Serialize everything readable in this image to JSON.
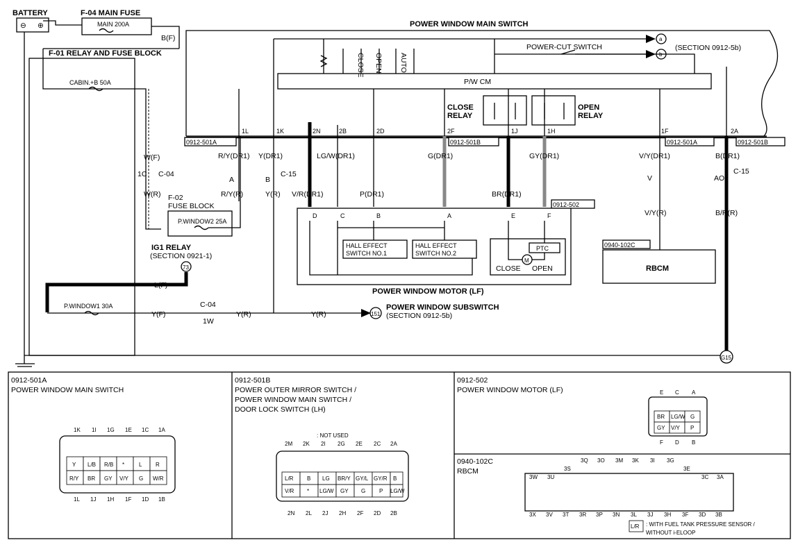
{
  "battery": {
    "label": "BATTERY",
    "minus": "⊖",
    "plus": "⊕"
  },
  "main_fuse": {
    "label": "F-04  MAIN FUSE",
    "value": "MAIN 200A"
  },
  "wire_bf": "B(F)",
  "relay_block": {
    "label": "F-01  RELAY AND FUSE BLOCK"
  },
  "cabin_fuse": "CABIN.+B 50A",
  "pw1_fuse": "P.WINDOW1 30A",
  "fuse_block": {
    "label1": "F-02",
    "label2": "FUSE BLOCK",
    "value": "P.WINDOW2 25A"
  },
  "ig1_relay": {
    "label": "IG1 RELAY",
    "section": "(SECTION 0921-1)",
    "ref": "73"
  },
  "main_switch_title": "POWER WINDOW MAIN SWITCH",
  "switch_labels": [
    "CLOSE",
    "OPEN",
    "AUTO"
  ],
  "power_cut": "POWER-CUT SWITCH",
  "section_5b": "(SECTION 0912-5b)",
  "ref_a": "a",
  "ref_b": "b",
  "pwcm": "P/W CM",
  "close_relay": [
    "CLOSE",
    "RELAY"
  ],
  "open_relay": [
    "OPEN",
    "RELAY"
  ],
  "conn_labels": {
    "c501a_left": "0912-501A",
    "c501b_mid": "0912-501B",
    "c501a_right": "0912-501A",
    "c501b_right": "0912-501B",
    "c502": "0912-502",
    "c102c": "0940-102C"
  },
  "pins_top": [
    "1L",
    "1K",
    "2N",
    "2B",
    "2D",
    "2F",
    "1J",
    "1H",
    "1F",
    "2A"
  ],
  "wires": {
    "ry_dr1": "R/Y(DR1)",
    "yy_dr1": "Y(DR1)",
    "lgw_dr1": "LG/W(DR1)",
    "g_dr1": "G(DR1)",
    "gy_dr1": "GY(DR1)",
    "vy_dr1": "V/Y(DR1)",
    "b_dr1": "B(DR1)",
    "ry_r": "R/Y(R)",
    "y_r": "Y(R)",
    "vr_dr1": "V/R(DR1)",
    "p_dr1": "P(DR1)",
    "br_dr1": "BR(DR1)",
    "vy_r": "V/Y(R)",
    "br_r": "B/R(R)",
    "w_f": "W(F)",
    "w_r": "W(R)",
    "l_f": "L(F)",
    "y_f": "Y(F)",
    "y_r2": "Y(R)",
    "y_r3": "Y(R)"
  },
  "c04": "C-04",
  "c04b": "C-04",
  "c15": "C-15",
  "c15b": "C-15",
  "pin_1c": "1C",
  "pin_a": "A",
  "pin_b": "B",
  "pin_v": "V",
  "pin_ao": "AO",
  "pin_1w": "1W",
  "motor_pins": [
    "D",
    "C",
    "B",
    "A",
    "E",
    "F"
  ],
  "hall1": [
    "HALL EFFECT",
    "SWITCH NO.1"
  ],
  "hall2": [
    "HALL EFFECT",
    "SWITCH NO.2"
  ],
  "ptc": "PTC",
  "motor_close": "CLOSE",
  "motor_open": "OPEN",
  "motor_sym": "M",
  "motor_title": "POWER WINDOW MOTOR (LF)",
  "rbcm_pin": "3D",
  "rbcm": "RBCM",
  "subswitch": "POWER WINDOW SUBSWITCH",
  "subswitch_section": "(SECTION 0912-5b)",
  "ref_151": "151",
  "ground": "G15",
  "panels": [
    {
      "code": "0912-501A",
      "name": "POWER WINDOW MAIN SWITCH"
    },
    {
      "code": "0912-501B",
      "name": "POWER OUTER MIRROR SWITCH /",
      "name2": "POWER WINDOW MAIN SWITCH /",
      "name3": "DOOR LOCK SWITCH (LH)"
    },
    {
      "code": "0912-502",
      "name": "POWER WINDOW MOTOR (LF)"
    },
    {
      "code": "0940-102C",
      "name": "RBCM"
    }
  ],
  "p1_top": [
    "1K",
    "1I",
    "1G",
    "1E",
    "1C",
    "1A"
  ],
  "p1_bottom": [
    "1L",
    "1J",
    "1H",
    "1F",
    "1D",
    "1B"
  ],
  "p1_row1": [
    "",
    "Y",
    "L/B",
    "R/B",
    "*",
    "L",
    "R"
  ],
  "p1_row2": [
    "R/Y",
    "BR",
    "GY",
    "V/Y",
    "G",
    "W/R"
  ],
  "p2_not_used": ": NOT USED",
  "p2_top": [
    "2M",
    "2K",
    "2I",
    "2G",
    "2E",
    "2C",
    "2A"
  ],
  "p2_bottom": [
    "2N",
    "2L",
    "2J",
    "2H",
    "2F",
    "2D",
    "2B"
  ],
  "p2_row1": [
    "L/R",
    "B",
    "LG",
    "BR/Y",
    "GY/L",
    "GY/R",
    "B"
  ],
  "p2_row2": [
    "V/R",
    "*",
    "LG/W",
    "GY",
    "G",
    "P",
    "LG/W"
  ],
  "p3_top": [
    "E",
    "C",
    "A"
  ],
  "p3_bottom": [
    "F",
    "D",
    "B"
  ],
  "p3_row1": [
    "BR",
    "LG/W",
    "G"
  ],
  "p3_row2": [
    "GY",
    "V/Y",
    "P"
  ],
  "p4_top": [
    "3Q",
    "3O",
    "3M",
    "3K",
    "3I",
    "3G"
  ],
  "p4_top_left": [
    "3W",
    "3U",
    "3S"
  ],
  "p4_top_right": [
    "3E",
    "3C",
    "3A"
  ],
  "p4_bottom": [
    "3X",
    "3V",
    "3T",
    "3R",
    "3P",
    "3N",
    "3L",
    "3J",
    "3H",
    "3F",
    "3D",
    "3B"
  ],
  "p4_note1": ": WITH FUEL TANK PRESSURE SENSOR /",
  "p4_note2": "WITHOUT i-ELOOP",
  "p4_note_cell": "L/R"
}
